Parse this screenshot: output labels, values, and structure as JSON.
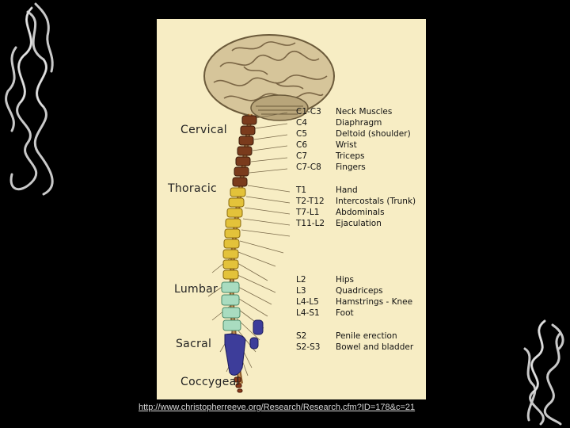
{
  "regions": [
    "Cervical",
    "Thoracic",
    "Lumbar",
    "Sacral",
    "Coccygeal"
  ],
  "rows": [
    {
      "level": "C1-C3",
      "function": "Neck Muscles"
    },
    {
      "level": "C4",
      "function": "Diaphragm"
    },
    {
      "level": "C5",
      "function": "Deltoid (shoulder)"
    },
    {
      "level": "C6",
      "function": "Wrist"
    },
    {
      "level": "C7",
      "function": "Triceps"
    },
    {
      "level": "C7-C8",
      "function": "Fingers"
    },
    {
      "level": "T1",
      "function": "Hand"
    },
    {
      "level": "T2-T12",
      "function": "Intercostals (Trunk)"
    },
    {
      "level": "T7-L1",
      "function": "Abdominals"
    },
    {
      "level": "T11-L2",
      "function": "Ejaculation"
    },
    {
      "level": "L2",
      "function": "Hips"
    },
    {
      "level": "L3",
      "function": "Quadriceps"
    },
    {
      "level": "L4-L5",
      "function": "Hamstrings - Knee"
    },
    {
      "level": "L4-S1",
      "function": "Foot"
    },
    {
      "level": "S2",
      "function": "Penile erection"
    },
    {
      "level": "S2-S3",
      "function": "Bowel and bladder"
    }
  ],
  "source_url": "http://www.christopherreeve.org/Research/Research.cfm?ID=178&c=21",
  "colors": {
    "background": "#000000",
    "panel": "#f7edc4",
    "brain": "#d6c59a",
    "cervical": "#7a3b1c",
    "thoracic": "#e3c23a",
    "lumbar": "#a9dcc0",
    "sacral": "#3d3d9a",
    "coccygeal": "#8a3a1a"
  }
}
